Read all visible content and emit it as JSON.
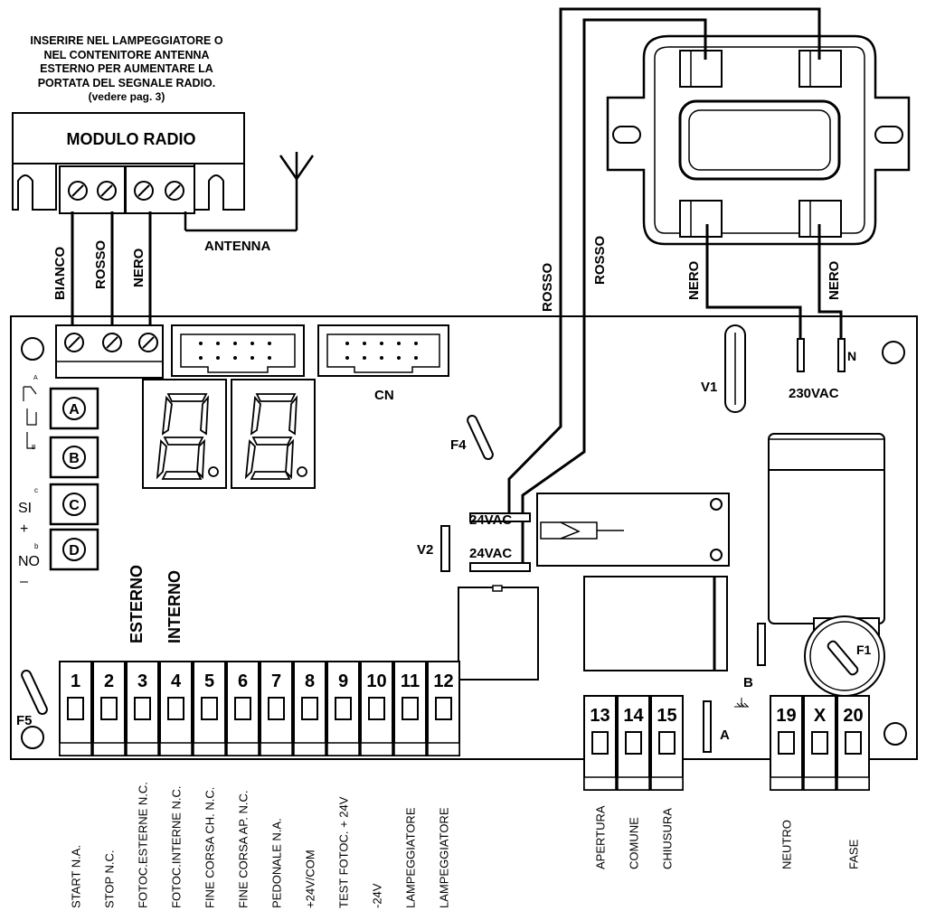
{
  "note": {
    "lines": [
      "INSERIRE NEL LAMPEGGIATORE O",
      "NEL CONTENITORE ANTENNA",
      "ESTERNO PER AUMENTARE LA",
      "PORTATA DEL SEGNALE RADIO.",
      "(vedere pag. 3)"
    ]
  },
  "radio_module": {
    "title": "MODULO RADIO",
    "antenna_label": "ANTENNA",
    "wires": [
      "BIANCO",
      "ROSSO",
      "NERO"
    ]
  },
  "transformer": {
    "primary_wires": [
      "NERO",
      "NERO"
    ],
    "secondary_wires": [
      "ROSSO",
      "ROSSO"
    ]
  },
  "board": {
    "cn_label": "CN",
    "v1_label": "V1",
    "v2_label": "V2",
    "f4_label": "F4",
    "f5_label": "F5",
    "f1_label": "F1",
    "vac_label": "230VAC",
    "n_label": "N",
    "vac24_labels": [
      "24VAC",
      "24VAC"
    ],
    "jumper_a": "A",
    "jumper_b": "B",
    "buttons": [
      "A",
      "B",
      "C",
      "D"
    ],
    "side_si": "SI",
    "side_no": "NO",
    "side_plus": "+",
    "side_minus": "–",
    "side_letters": [
      "c",
      "b"
    ],
    "switch_letters": [
      "A",
      "B"
    ],
    "esterno": "ESTERNO",
    "interno": "INTERNO"
  },
  "terminals_left": {
    "numbers": [
      "1",
      "2",
      "3",
      "4",
      "5",
      "6",
      "7",
      "8",
      "9",
      "10",
      "11",
      "12"
    ],
    "labels": [
      "START  N.A.",
      "STOP  N.C.",
      "FOTOC.ESTERNE  N.C.",
      "FOTOC.INTERNE  N.C.",
      "FINE CORSA CH. N.C.",
      "FINE CORSA AP. N.C.",
      "PEDONALE  N.A.",
      "+24V/COM",
      "TEST FOTOC. + 24V",
      "-24V",
      "LAMPEGGIATORE",
      "LAMPEGGIATORE"
    ]
  },
  "terminals_motor": {
    "numbers": [
      "13",
      "14",
      "15"
    ],
    "labels": [
      "APERTURA",
      "COMUNE",
      "CHIUSURA"
    ]
  },
  "terminals_power": {
    "numbers": [
      "19",
      "X",
      "20"
    ],
    "labels": [
      "NEUTRO",
      "",
      "FASE"
    ]
  }
}
